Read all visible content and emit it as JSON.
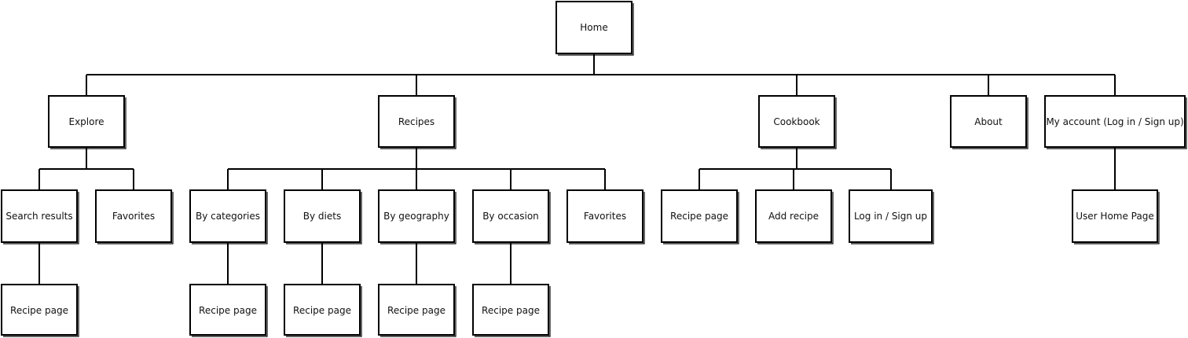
{
  "nodes": [
    {
      "id": "home",
      "label": "Home",
      "parent": null
    },
    {
      "id": "explore",
      "label": "Explore",
      "parent": "home"
    },
    {
      "id": "recipes",
      "label": "Recipes",
      "parent": "home"
    },
    {
      "id": "cookbook",
      "label": "Cookbook",
      "parent": "home"
    },
    {
      "id": "about",
      "label": "About",
      "parent": "home"
    },
    {
      "id": "my-account",
      "label": "My account (Log in / Sign up)",
      "parent": "home"
    },
    {
      "id": "search-results",
      "label": "Search results",
      "parent": "explore"
    },
    {
      "id": "explore-favorites",
      "label": "Favorites",
      "parent": "explore"
    },
    {
      "id": "by-categories",
      "label": "By categories",
      "parent": "recipes"
    },
    {
      "id": "by-diets",
      "label": "By diets",
      "parent": "recipes"
    },
    {
      "id": "by-geography",
      "label": "By geography",
      "parent": "recipes"
    },
    {
      "id": "by-occasion",
      "label": "By occasion",
      "parent": "recipes"
    },
    {
      "id": "recipes-favorites",
      "label": "Favorites",
      "parent": "recipes"
    },
    {
      "id": "cookbook-recipe-page",
      "label": "Recipe page",
      "parent": "cookbook"
    },
    {
      "id": "add-recipe",
      "label": "Add recipe",
      "parent": "cookbook"
    },
    {
      "id": "cookbook-login",
      "label": "Log in / Sign up",
      "parent": "cookbook"
    },
    {
      "id": "user-home-page",
      "label": "User Home Page",
      "parent": "my-account"
    },
    {
      "id": "search-recipe-page",
      "label": "Recipe page",
      "parent": "search-results"
    },
    {
      "id": "categories-recipe-page",
      "label": "Recipe page",
      "parent": "by-categories"
    },
    {
      "id": "diets-recipe-page",
      "label": "Recipe page",
      "parent": "by-diets"
    },
    {
      "id": "geography-recipe-page",
      "label": "Recipe page",
      "parent": "by-geography"
    },
    {
      "id": "occasion-recipe-page",
      "label": "Recipe page",
      "parent": "by-occasion"
    }
  ]
}
